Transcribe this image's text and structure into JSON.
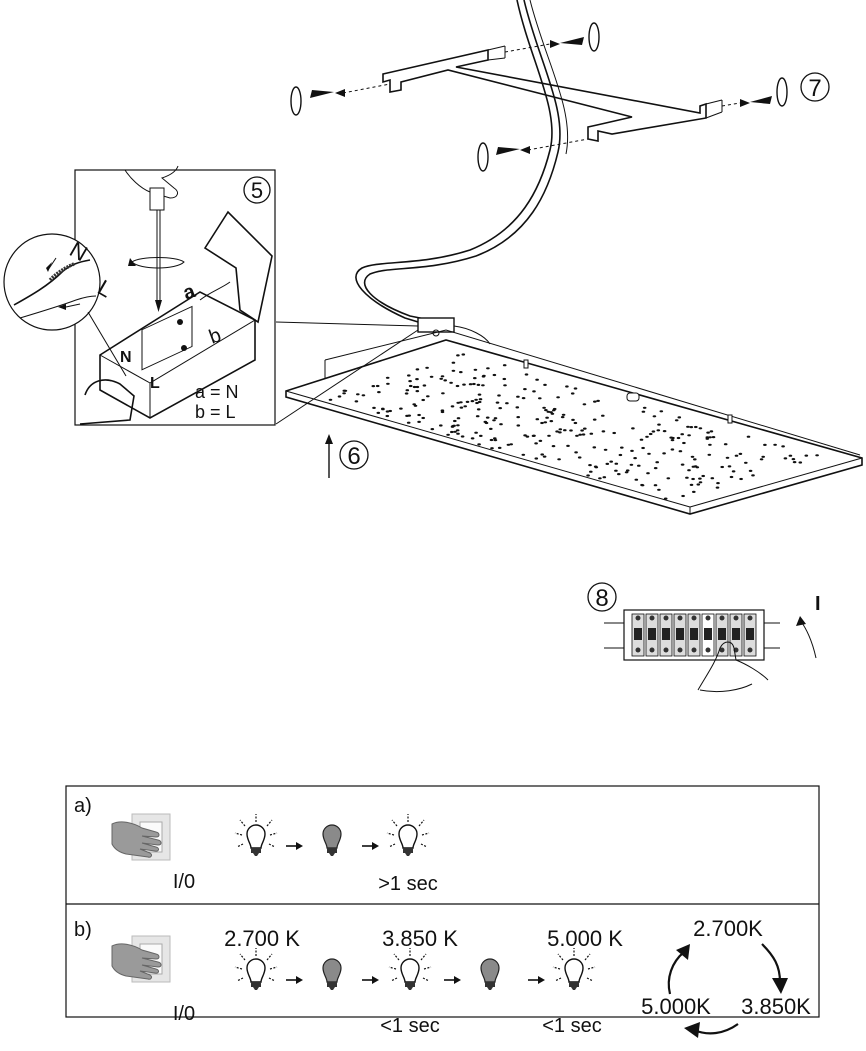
{
  "steps": {
    "step5": "5",
    "step6": "6",
    "step7": "7",
    "step8": "8"
  },
  "wiring": {
    "label_n": "N",
    "label_l": "L",
    "term_a": "a",
    "term_b": "b",
    "term_n": "N",
    "term_l": "L",
    "legend_a": "a = N",
    "legend_b": "b = L"
  },
  "breaker": {
    "on_symbol": "I"
  },
  "table": {
    "row_a": {
      "label": "a)",
      "switch_label": "I/0",
      "duration": ">1 sec"
    },
    "row_b": {
      "label": "b)",
      "switch_label": "I/0",
      "temps": [
        "2.700 K",
        "3.850 K",
        "5.000 K"
      ],
      "durations": [
        "<1 sec",
        "<1 sec"
      ],
      "cycle": [
        "2.700K",
        "3.850K",
        "5.000K"
      ]
    }
  }
}
